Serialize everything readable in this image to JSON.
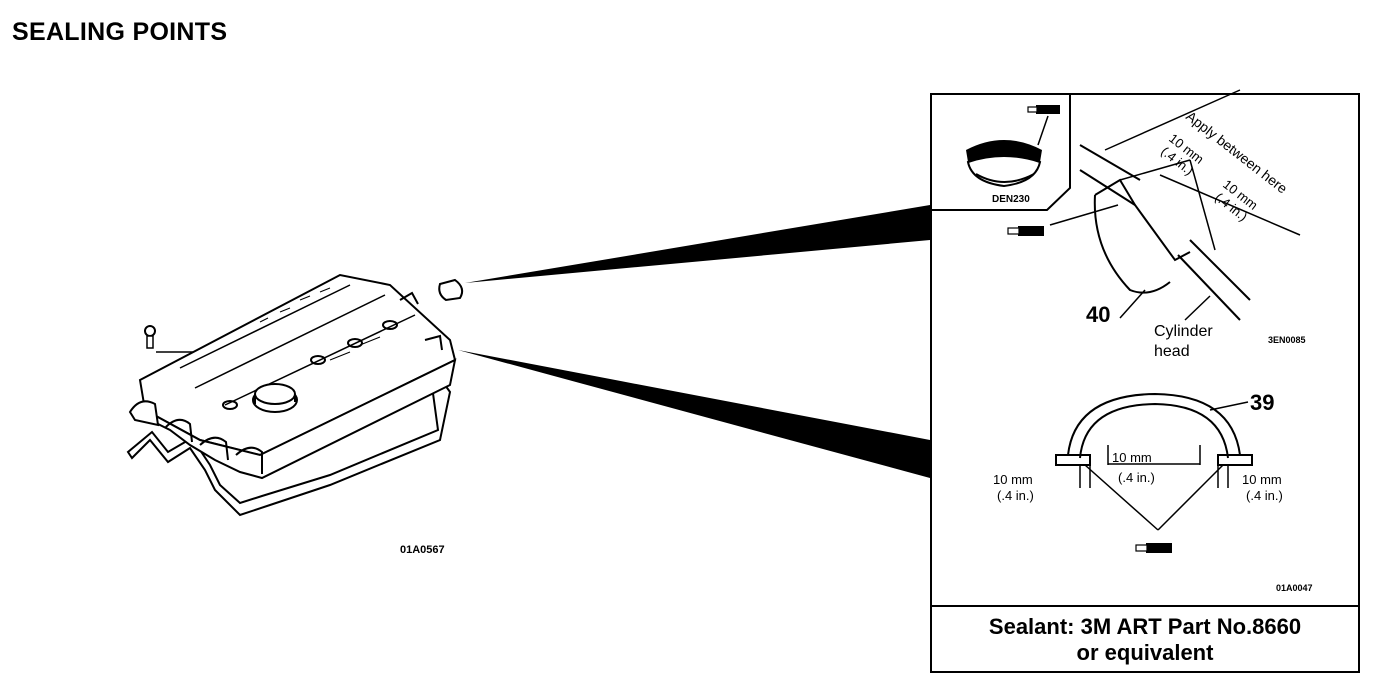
{
  "title": "SEALING POINTS",
  "left_figure": {
    "code": "01A0567"
  },
  "detail_top": {
    "inset_code": "DEN230",
    "apply_label": "Apply between here",
    "dim1_mm": "10 mm",
    "dim1_in": "(.4 in.)",
    "dim2_mm": "10 mm",
    "dim2_in": "(.4 in.)",
    "part_number": "40",
    "cylinder_label_1": "Cylinder",
    "cylinder_label_2": "head",
    "code": "3EN0085"
  },
  "detail_bottom": {
    "part_number": "39",
    "center_mm": "10 mm",
    "center_in": "(.4 in.)",
    "left_mm": "10 mm",
    "left_in": "(.4 in.)",
    "right_mm": "10 mm",
    "right_in": "(.4 in.)",
    "code": "01A0047"
  },
  "sealant": {
    "line1": "Sealant: 3M ART Part No.8660",
    "line2": "or equivalent"
  }
}
